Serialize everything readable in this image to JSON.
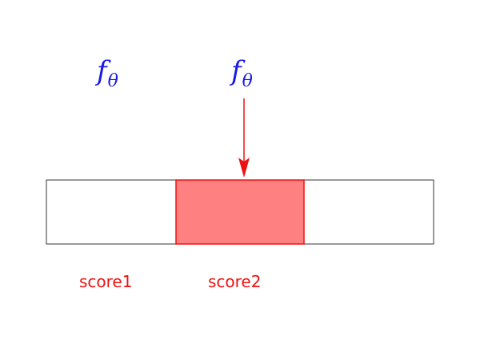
{
  "colors": {
    "math": "#1a1ae6",
    "accent": "#ee1111",
    "highlight_fill": "#ff8080",
    "border": "#333333",
    "background": "#ffffff"
  },
  "labels": [
    {
      "function": "f",
      "subscript": "θ"
    },
    {
      "function": "f",
      "subscript": "θ"
    }
  ],
  "cells": [
    {
      "label": "score1",
      "highlighted": false
    },
    {
      "label": "score2",
      "highlighted": true
    },
    {
      "label": "",
      "highlighted": false
    }
  ]
}
